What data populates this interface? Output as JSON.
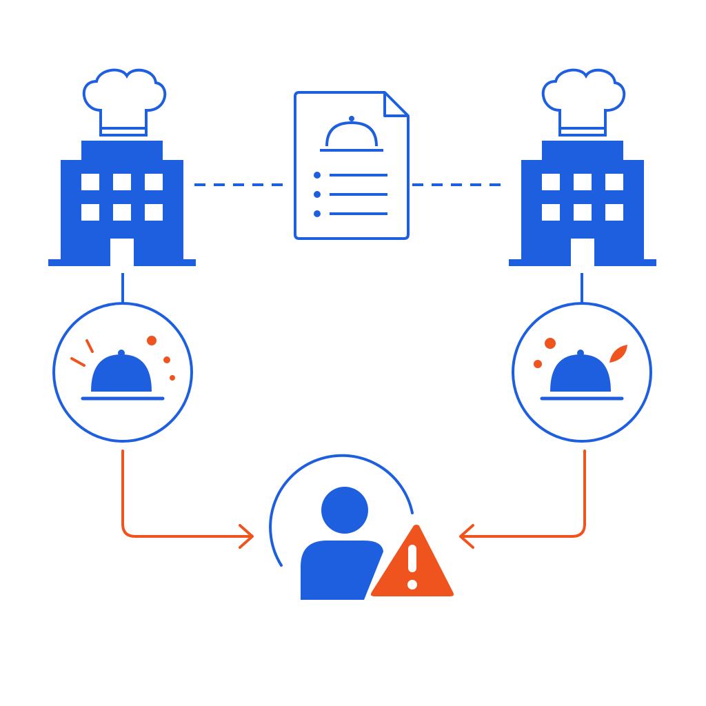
{
  "colors": {
    "primary_blue": "#1e5fe0",
    "accent_orange": "#f0541e",
    "background": "#ffffff"
  },
  "diagram": {
    "nodes": [
      {
        "id": "restaurant-left",
        "icon": "restaurant-building-icon",
        "label": ""
      },
      {
        "id": "restaurant-right",
        "icon": "restaurant-building-icon",
        "label": ""
      },
      {
        "id": "shared-menu",
        "icon": "menu-document-icon",
        "label": ""
      },
      {
        "id": "dish-left",
        "icon": "cloche-dish-icon",
        "label": ""
      },
      {
        "id": "dish-right",
        "icon": "cloche-dish-icon",
        "label": ""
      },
      {
        "id": "customer",
        "icon": "user-icon",
        "label": ""
      },
      {
        "id": "customer-alert",
        "icon": "warning-icon",
        "label": ""
      }
    ],
    "connectors": [
      {
        "from": "restaurant-left",
        "to": "shared-menu",
        "style": "dashed"
      },
      {
        "from": "shared-menu",
        "to": "restaurant-right",
        "style": "dashed"
      },
      {
        "from": "restaurant-left",
        "to": "dish-left",
        "style": "solid"
      },
      {
        "from": "restaurant-right",
        "to": "dish-right",
        "style": "solid"
      },
      {
        "from": "dish-left",
        "to": "customer",
        "style": "arrow"
      },
      {
        "from": "dish-right",
        "to": "customer",
        "style": "arrow"
      }
    ]
  }
}
